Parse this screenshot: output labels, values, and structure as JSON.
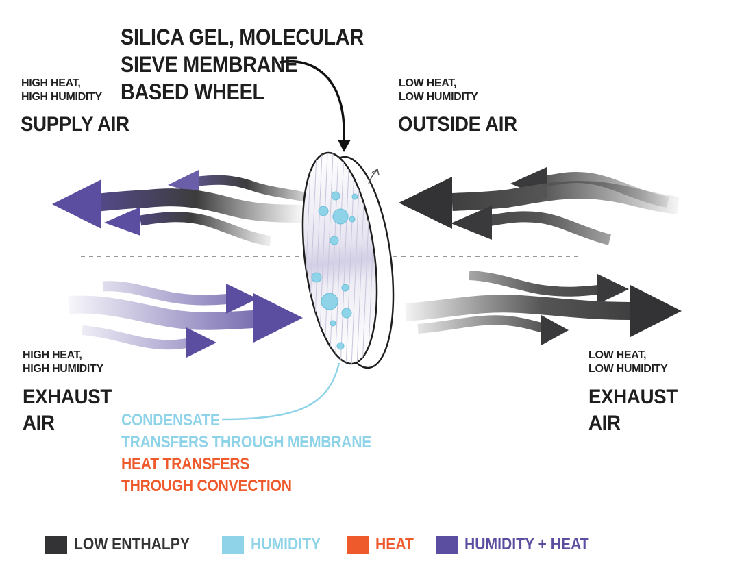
{
  "title": {
    "line1": "SILICA GEL, MOLECULAR",
    "line2": "SIEVE MEMBRANE",
    "line3": "BASED WHEEL"
  },
  "supply": {
    "desc1": "HIGH HEAT,",
    "desc2": "HIGH HUMIDITY",
    "name": "SUPPLY AIR"
  },
  "outside": {
    "desc1": "LOW HEAT,",
    "desc2": "LOW HUMIDITY",
    "name": "OUTSIDE AIR"
  },
  "exhaust_left": {
    "desc1": "HIGH HEAT,",
    "desc2": "HIGH HUMIDITY",
    "name1": "EXHAUST",
    "name2": "AIR"
  },
  "exhaust_right": {
    "desc1": "LOW HEAT,",
    "desc2": "LOW HUMIDITY",
    "name1": "EXHAUST",
    "name2": "AIR"
  },
  "callout": {
    "line1": "CONDENSATE",
    "line2": "TRANSFERS THROUGH MEMBRANE",
    "line3": "HEAT TRANSFERS",
    "line4": "THROUGH CONVECTION"
  },
  "legend": [
    {
      "label": "LOW ENTHALPY",
      "color": "#333335"
    },
    {
      "label": "HUMIDITY",
      "color": "#8fd3e8"
    },
    {
      "label": "HEAT",
      "color": "#ee5a2c"
    },
    {
      "label": "HUMIDITY + HEAT",
      "color": "#5b4ea0"
    }
  ],
  "colors": {
    "low_enthalpy": "#333335",
    "humidity": "#8fd3e8",
    "heat": "#ee5a2c",
    "humidity_heat": "#5b4ea0"
  }
}
